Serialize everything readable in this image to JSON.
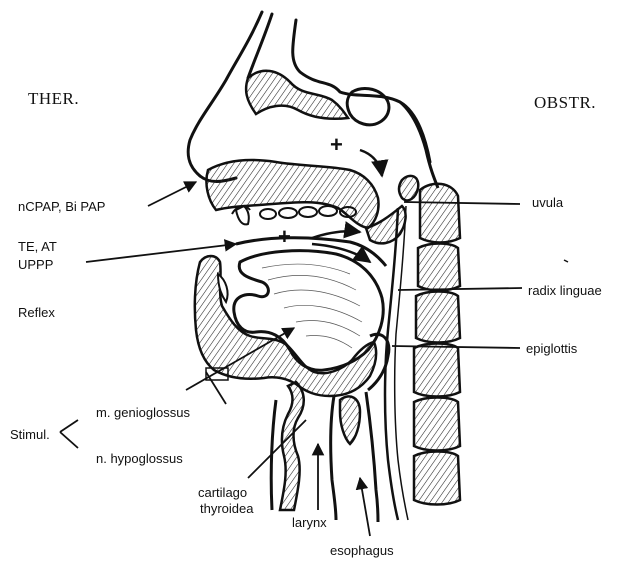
{
  "headers": {
    "left": "THER.",
    "right": "OBSTR."
  },
  "therapy_labels": {
    "ncpap": "nCPAP, Bi PAP",
    "te_at": "TE, AT",
    "uppp": "UPPP",
    "reflex": "Reflex",
    "stimul": "Stimul.",
    "genioglossus": "m. genioglossus",
    "hypoglossus": "n. hypoglossus"
  },
  "anatomy_labels": {
    "uvula": "uvula",
    "radix_linguae": "radix linguae",
    "epiglottis": "epiglottis",
    "cartilago_1": "cartilago",
    "cartilago_2": "thyroidea",
    "larynx": "larynx",
    "esophagus": "esophagus"
  },
  "pressure_marks": {
    "upper": "+",
    "lower": "+"
  },
  "colors": {
    "ink": "#111111",
    "background": "#ffffff"
  }
}
